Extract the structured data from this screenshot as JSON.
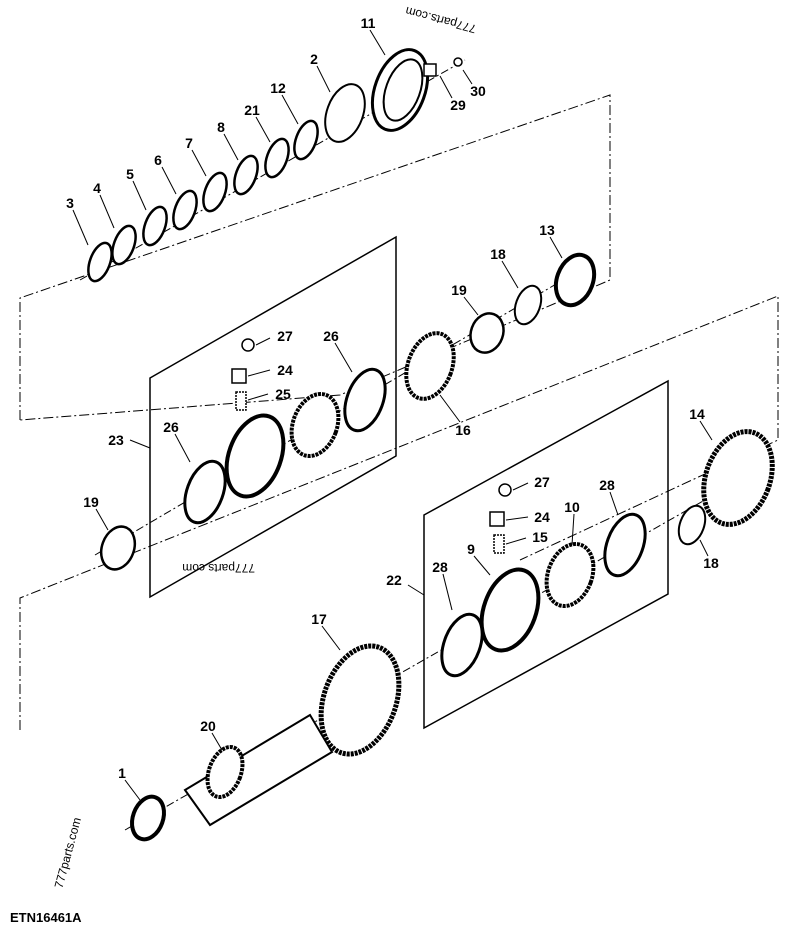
{
  "figure_code": "ETN16461A",
  "watermarks": [
    "777parts.com",
    "777parts.com",
    "777parts.com"
  ],
  "callouts": [
    "11",
    "2",
    "12",
    "21",
    "8",
    "7",
    "6",
    "5",
    "4",
    "3",
    "30",
    "29",
    "13",
    "18",
    "19",
    "27",
    "26",
    "24",
    "25",
    "23",
    "26",
    "16",
    "14",
    "19",
    "27",
    "24",
    "28",
    "10",
    "15",
    "9",
    "18",
    "22",
    "28",
    "17",
    "20",
    "1"
  ],
  "colors": {
    "line": "#000000",
    "background": "#ffffff"
  }
}
